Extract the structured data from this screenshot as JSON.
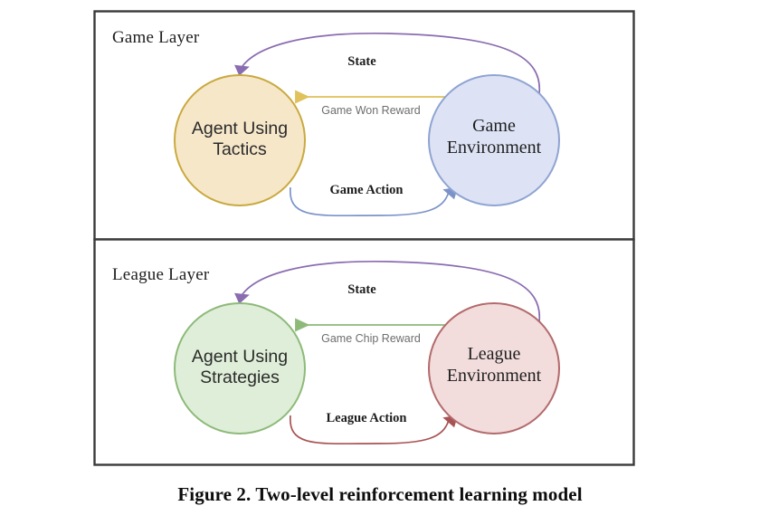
{
  "figure": {
    "caption": "Figure 2. Two-level reinforcement learning model"
  },
  "layers": [
    {
      "id": "game-layer",
      "title": "Game Layer",
      "agent": {
        "line1": "Agent Using",
        "line2": "Tactics",
        "fill": "#f6e7c9",
        "stroke": "#c9a93f"
      },
      "environment": {
        "line1": "Game",
        "line2": "Environment",
        "fill": "#dde3f5",
        "stroke": "#8fa4d2"
      },
      "edges": [
        {
          "id": "state",
          "label": "State",
          "color": "#8a6cb0",
          "style": "serif-bold"
        },
        {
          "id": "reward",
          "label": "Game Won Reward",
          "color": "#e0c15a",
          "style": "gray-sans"
        },
        {
          "id": "action",
          "label": "Game Action",
          "color": "#7c93c9",
          "style": "serif-bold"
        }
      ]
    },
    {
      "id": "league-layer",
      "title": "League Layer",
      "agent": {
        "line1": "Agent Using",
        "line2": "Strategies",
        "fill": "#dfeed8",
        "stroke": "#8dba79"
      },
      "environment": {
        "line1": "League",
        "line2": "Environment",
        "fill": "#f2dcdc",
        "stroke": "#b36a6c"
      },
      "edges": [
        {
          "id": "state",
          "label": "State",
          "color": "#8a6cb0",
          "style": "serif-bold"
        },
        {
          "id": "reward",
          "label": "Game Chip Reward",
          "color": "#8dba79",
          "style": "gray-sans"
        },
        {
          "id": "action",
          "label": "League Action",
          "color": "#a85254",
          "style": "serif-bold"
        }
      ]
    }
  ],
  "frame": {
    "border_color": "#3a3a3a"
  }
}
